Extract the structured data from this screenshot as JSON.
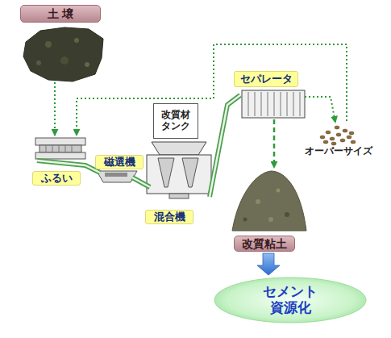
{
  "diagram": {
    "nodes": [
      {
        "text": [
          "土 壌"
        ]
      },
      {
        "text": [
          "ふるい"
        ]
      },
      {
        "text": [
          "磁選機"
        ]
      },
      {
        "text": [
          "改質材 タンク"
        ]
      },
      {
        "text": [
          "混合機"
        ]
      },
      {
        "text": [
          "セパレータ"
        ]
      },
      {
        "text": [
          "オーバーサイズ"
        ]
      },
      {
        "text": [
          "改質粘土"
        ]
      },
      {
        "text": [
          "セメント 資源化"
        ]
      }
    ],
    "edges": [
      {
        "from": 0,
        "to": 1,
        "arrow": "to"
      },
      {
        "from": 6,
        "to": 1,
        "arrow": "to"
      },
      {
        "from": 1,
        "to": 2,
        "arrow": "none"
      },
      {
        "from": 2,
        "to": 4,
        "arrow": "none"
      },
      {
        "from": 4,
        "to": 5,
        "arrow": "none"
      },
      {
        "from": 5,
        "to": 7,
        "arrow": "to"
      },
      {
        "from": 5,
        "to": 6,
        "arrow": "to"
      },
      {
        "from": 7,
        "to": 8,
        "arrow": "to"
      }
    ]
  }
}
